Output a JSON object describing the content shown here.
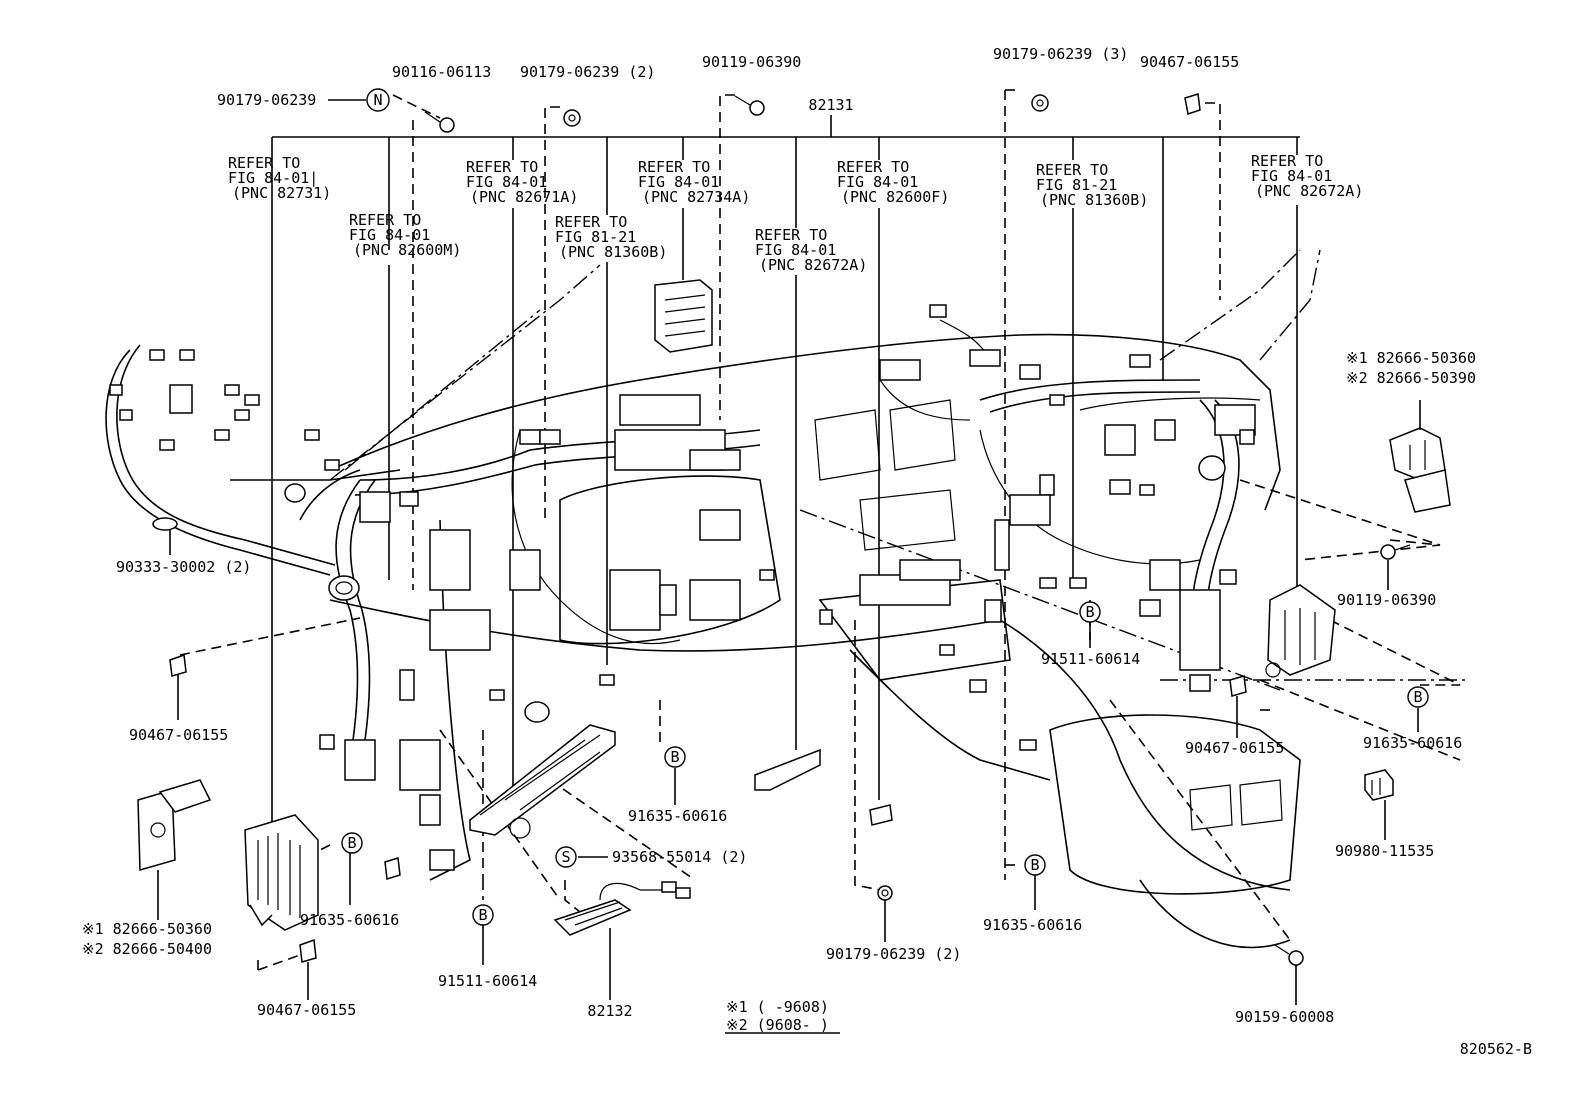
{
  "main_assembly": "82131",
  "sub_assembly": "82132",
  "figure_number": "820562-B",
  "symbols": {
    "n": "N",
    "b": "B",
    "s": "S"
  },
  "top_labels": [
    {
      "id": "t1",
      "text": "90179-06239"
    },
    {
      "id": "t2",
      "text": "90116-06113"
    },
    {
      "id": "t3",
      "text": "90179-06239 (2)"
    },
    {
      "id": "t4",
      "text": "90119-06390"
    },
    {
      "id": "t5",
      "text": "90179-06239 (3)"
    },
    {
      "id": "t6",
      "text": "90467-06155"
    }
  ],
  "refer_notes": [
    {
      "id": "r1",
      "lines": [
        "REFER TO",
        "FIG 84-01|",
        "(PNC 82731)"
      ]
    },
    {
      "id": "r2",
      "lines": [
        "REFER TO",
        "FIG 84-01",
        "(PNC 82600M)"
      ]
    },
    {
      "id": "r3",
      "lines": [
        "REFER TO",
        "FIG 84-01",
        "(PNC 82671A)"
      ]
    },
    {
      "id": "r4",
      "lines": [
        "REFER TO",
        "FIG 81-21",
        "(PNC 81360B)"
      ]
    },
    {
      "id": "r5",
      "lines": [
        "REFER TO",
        "FIG 84-01",
        "(PNC 82734A)"
      ]
    },
    {
      "id": "r6",
      "lines": [
        "REFER TO",
        "FIG 84-01",
        "(PNC 82672A)"
      ]
    },
    {
      "id": "r7",
      "lines": [
        "REFER TO",
        "FIG 84-01",
        "(PNC 82600F)"
      ]
    },
    {
      "id": "r8",
      "lines": [
        "REFER TO",
        "FIG 81-21",
        "(PNC 81360B)"
      ]
    },
    {
      "id": "r9",
      "lines": [
        "REFER TO",
        "FIG 84-01",
        "(PNC 82672A)"
      ]
    }
  ],
  "right_labels": {
    "relay_note_1": "※1  82666-50360",
    "relay_note_2": "※2  82666-50390",
    "bolt": "90119-06390",
    "clip_mid": "91511-60614",
    "clip_b_right": "91635-60616",
    "clip_ring": "90467-06155",
    "connector": "90980-11535",
    "screw": "90159-60008"
  },
  "left_labels": {
    "grommet": "90333-30002 (2)",
    "clip": "90467-06155",
    "relay_note_1": "※1  82666-50360",
    "relay_note_2": "※2  82666-50400",
    "clip_b": "91635-60616",
    "clip_bottom": "90467-06155"
  },
  "center_labels": {
    "clip_b_center": "91635-60616",
    "screw_s": "93568-55014 (2)",
    "clip_b_lower": "91511-60614",
    "nut": "90179-06239 (2)",
    "clip_b_lower2": "91635-60616"
  },
  "legend": {
    "line1": "※1 (      -9608)",
    "line2": "※2 (9608-      )"
  }
}
